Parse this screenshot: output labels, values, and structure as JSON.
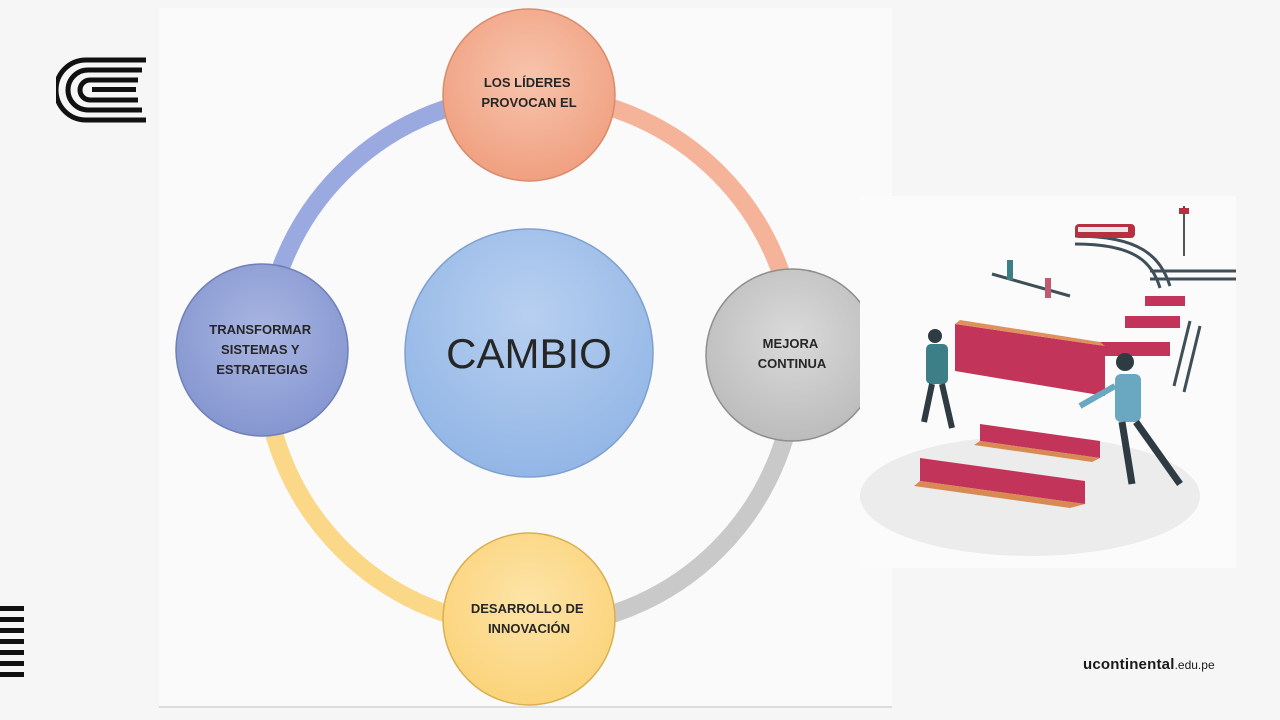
{
  "diagram": {
    "center": {
      "label": "CAMBIO"
    },
    "nodes": [
      {
        "id": "top",
        "lines": [
          "LOS LÍDERES",
          "PROVOCAN EL"
        ]
      },
      {
        "id": "right",
        "lines": [
          "MEJORA",
          "CONTINUA"
        ]
      },
      {
        "id": "bottom",
        "lines": [
          "DESARROLLO DE",
          "INNOVACIÓN"
        ]
      },
      {
        "id": "left",
        "lines": [
          "TRANSFORMAR",
          "SISTEMAS Y",
          "ESTRATEGIAS"
        ]
      }
    ],
    "colors": {
      "top": "#f2a98b",
      "right": "#c6c6c6",
      "bottom": "#fcd88a",
      "left": "#8f9fd6",
      "center": "#a4c2ea"
    }
  },
  "brand": {
    "main": "ucontinental",
    "suffix": ".edu.pe"
  }
}
